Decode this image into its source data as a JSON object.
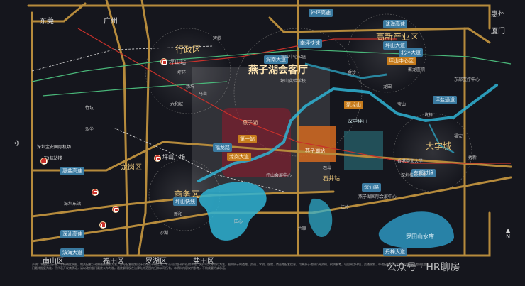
{
  "colors": {
    "background": "#15161d",
    "road": "#b68b3c",
    "water": "#2fb3d4",
    "rail_green": "#4ab87a",
    "rail_red": "#c8312b",
    "highlight": "#e6c37a",
    "project": "#d46a20"
  },
  "title": "燕子湖会客厅",
  "directions": {
    "dongguan": "东莞",
    "guangzhou": "广州",
    "huizhou": "惠州",
    "xiamen": "厦门"
  },
  "districts": {
    "admin": "行政区",
    "business": "商务区",
    "emerging": "高新产业区",
    "university": "大学城",
    "longgang": "龙岗区"
  },
  "bottom_districts": [
    "南山区",
    "福田区",
    "罗湖区",
    "盐田区"
  ],
  "places": {
    "pingshan_station": "坪山站",
    "pingshan_plaza": "坪山广场",
    "shijing": "石井站",
    "reservoir": "罗田山水库",
    "airport_label": "深圳宝安国际机场",
    "airport_sub": "T3航站楼",
    "yanzi_lake": "燕子湖",
    "project": "燕子湖站",
    "school": "深中坪山"
  },
  "road_chips": [
    "外环高速",
    "沈海高速",
    "惠盐高速",
    "深汕高速",
    "坪山大道",
    "滨海大道",
    "北环大道",
    "深汕路",
    "丹梓大道",
    "坪山快线",
    "福龙路",
    "深南大道",
    "东部过境",
    "南坪快速",
    "坪盐通道"
  ],
  "amber_chips": [
    "龙岗大道",
    "聚龙山",
    "第一站",
    "坪山中心区"
  ],
  "tiny_notes": [
    "坪山中心公园",
    "汤坑",
    "坪山实验学校",
    "聚龙医院",
    "六和城",
    "东部医疗中心",
    "香港中文大学",
    "深圳技术大学",
    "坪山会展中心",
    "沙坐",
    "碧岭",
    "竹坑",
    "坑梓",
    "金沙",
    "龙田",
    "宝山",
    "福安",
    "秀新",
    "新和",
    "沙湖",
    "田心",
    "江岭",
    "六联",
    "坪环",
    "马峦",
    "深圳东站",
    "石井",
    "燕子湖国际会展中心"
  ],
  "north": "N",
  "watermark": "公众号 · HR聊房",
  "disclaimer": "声明：本图仅为示意，非精确比例图，相关配套以政府最终规划为准，部分配套规划设计仍存在不确定性，本公司对此不作任何承诺，具体以实际交付为准。图中所示的道路、交通、学校、医院、商业等配套信息，均来源于政府公开资料，仅供参考。项目周边环境、交通规划、市政配套及周边其他设施均以政府主管部门最终批复为准，不代表开发商承诺，请以政府部门最终公布为准。最终解释权在法律允许范围内归本公司所有。本资料内容仅供参考，不构成要约或承诺。"
}
